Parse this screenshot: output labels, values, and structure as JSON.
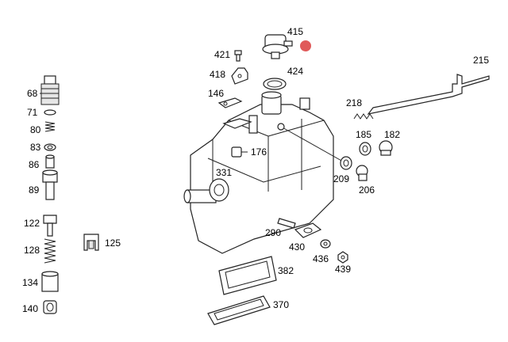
{
  "diagram": {
    "labels": {
      "p68": "68",
      "p71": "71",
      "p80": "80",
      "p83": "83",
      "p86": "86",
      "p89": "89",
      "p122": "122",
      "p125": "125",
      "p128": "128",
      "p134": "134",
      "p140": "140",
      "p415": "415",
      "p421": "421",
      "p418": "418",
      "p424": "424",
      "p146": "146",
      "p176": "176",
      "p331": "331",
      "p215": "215",
      "p218": "218",
      "p185": "185",
      "p182": "182",
      "p209": "209",
      "p206": "206",
      "p290": "290",
      "p430": "430",
      "p436": "436",
      "p439": "439",
      "p382": "382",
      "p370": "370"
    },
    "highlight": {
      "part": "415",
      "color": "#e05a5a"
    }
  }
}
